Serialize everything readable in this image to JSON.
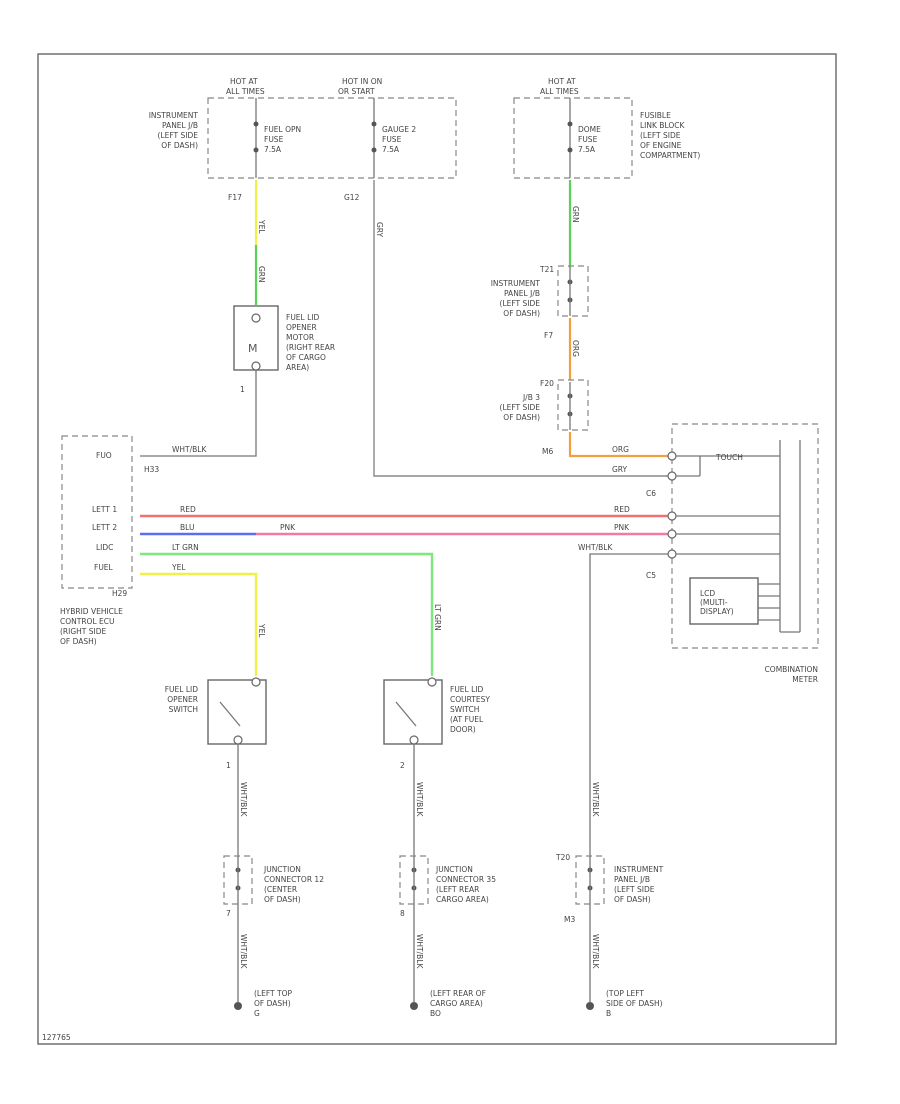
{
  "labels": {
    "hot_at_all_times_1": "HOT AT",
    "hot_at_all_times_1b": "ALL TIMES",
    "hot_in_on_1": "HOT IN ON",
    "hot_in_on_1b": "OR START",
    "hot_at_all_times_2": "HOT AT",
    "hot_at_all_times_2b": "ALL TIMES",
    "instrument_panel_jb_1": [
      "INSTRUMENT",
      "PANEL J/B",
      "(LEFT SIDE",
      "OF DASH)"
    ],
    "fuel_opn_fuse": [
      "FUEL OPN",
      "FUSE",
      "7.5A"
    ],
    "gauge_fuse": [
      "GAUGE 2",
      "FUSE",
      "7.5A"
    ],
    "dome_fuse": [
      "DOME",
      "FUSE",
      "7.5A"
    ],
    "fusible_link_block": [
      "FUSIBLE",
      "LINK BLOCK",
      "(LEFT SIDE",
      "OF ENGINE",
      "COMPARTMENT)"
    ],
    "conn_f17": "F17",
    "conn_g12": "G12",
    "wire_yel_1": "YEL",
    "wire_grn_1": "GRN",
    "wire_gry_1": "GRY",
    "wire_grn_2": "GRN",
    "conn_t21": "T21",
    "instrument_panel_jb_2": [
      "INSTRUMENT",
      "PANEL J/B",
      "(LEFT SIDE",
      "OF DASH)"
    ],
    "conn_f7": "F7",
    "wire_org_1": "ORG",
    "conn_f20": "F20",
    "jb3": [
      "J/B 3",
      "(LEFT SIDE",
      "OF DASH)"
    ],
    "conn_m6": "M6",
    "motor_label": [
      "FUEL LID",
      "OPENER",
      "MOTOR",
      "(RIGHT REAR",
      "OF CARGO",
      "AREA)"
    ],
    "motor_pin": "1",
    "hv_ecu_label": [
      "HYBRID VEHICLE",
      "CONTROL ECU",
      "(RIGHT SIDE",
      "OF DASH)"
    ],
    "hv_pins": [
      "FUO",
      "LETT 1",
      "LETT 2",
      "LIDC",
      "FUEL"
    ],
    "conn_h33": "H33",
    "conn_h29": "H29",
    "wire_wht_blk_1": "WHT/BLK",
    "wire_red_1": "RED",
    "wire_blu_1": "BLU",
    "wire_pnk_1": "PNK",
    "wire_lt_grn_1": "LT GRN",
    "wire_yel_2": "YEL",
    "wire_org_2": "ORG",
    "wire_gry_2": "GRY",
    "wire_red_2": "RED",
    "wire_pnk_2": "PNK",
    "wire_wht_blk_2": "WHT/BLK",
    "conn_c6": "C6",
    "conn_c5": "C5",
    "wire_lt_grn_2": "LT GRN",
    "wire_yel_3": "YEL",
    "meter_lcd": [
      "LCD",
      "(MULTI-",
      "DISPLAY)"
    ],
    "meter_pin_top": "TOUCH",
    "combination_meter": [
      "COMBINATION",
      "METER"
    ],
    "opener_switch": [
      "FUEL LID",
      "OPENER",
      "SWITCH"
    ],
    "courtesy_switch": [
      "FUEL LID",
      "COURTESY",
      "SWITCH",
      "(AT FUEL",
      "DOOR)"
    ],
    "sw_pin_1": "1",
    "sw_pin_2": "2",
    "wire_wht_blk_3": "WHT/BLK",
    "wire_wht_blk_4": "WHT/BLK",
    "wire_wht_blk_5": "WHT/BLK",
    "jc_12": [
      "JUNCTION",
      "CONNECTOR 12",
      "(CENTER",
      "OF DASH)"
    ],
    "jc_35": [
      "JUNCTION",
      "CONNECTOR 35",
      "(LEFT REAR",
      "CARGO AREA)"
    ],
    "conn_t20": "T20",
    "instrument_panel_jb_3": [
      "INSTRUMENT",
      "PANEL J/B",
      "(LEFT SIDE",
      "OF DASH)"
    ],
    "jc_pin_7": "7",
    "jc_pin_8": "8",
    "conn_m3": "M3",
    "wire_wht_blk_6": "WHT/BLK",
    "wire_wht_blk_7": "WHT/BLK",
    "wire_wht_blk_8": "WHT/BLK",
    "ground_1": [
      "(LEFT TOP",
      "OF DASH)",
      "G"
    ],
    "ground_2": [
      "(LEFT REAR OF",
      "CARGO AREA)",
      "BO"
    ],
    "ground_3": [
      "(TOP LEFT",
      "SIDE OF DASH)",
      "B"
    ],
    "footer_code": "127765"
  },
  "colors": {
    "yel": "#f0f04a",
    "grn": "#5ad15a",
    "red": "#f07070",
    "blu": "#5a6ef0",
    "pnk": "#f07aa0",
    "lt_grn": "#7ee87e",
    "org": "#f0a040",
    "gry": "#888888"
  }
}
